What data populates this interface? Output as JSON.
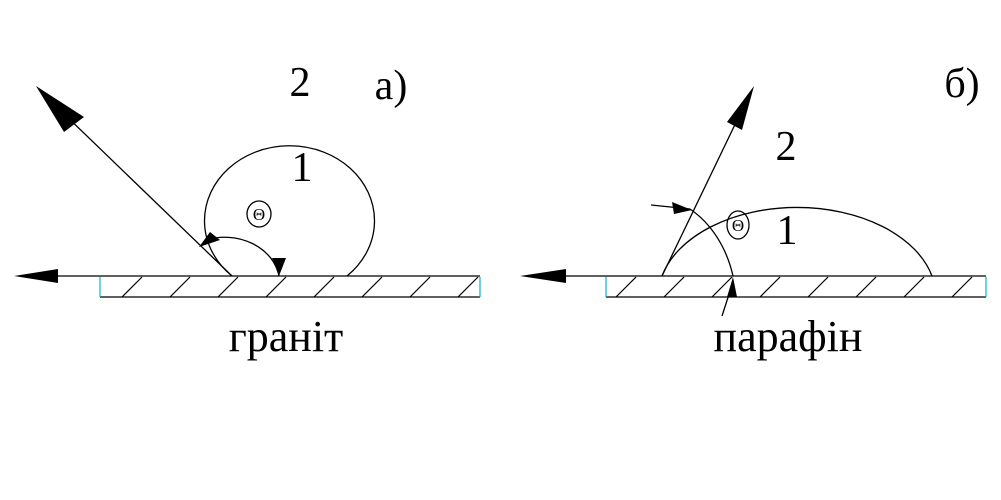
{
  "panel_a": {
    "label": "а)",
    "medium_outer": "2",
    "medium_drop": "1",
    "angle_symbol": "Θ",
    "material": "граніт"
  },
  "panel_b": {
    "label": "б)",
    "medium_outer": "2",
    "medium_drop": "1",
    "angle_symbol": "Θ",
    "material": "парафін"
  },
  "colors": {
    "line": "#000000",
    "substrate_edge": "#00b5d9"
  }
}
